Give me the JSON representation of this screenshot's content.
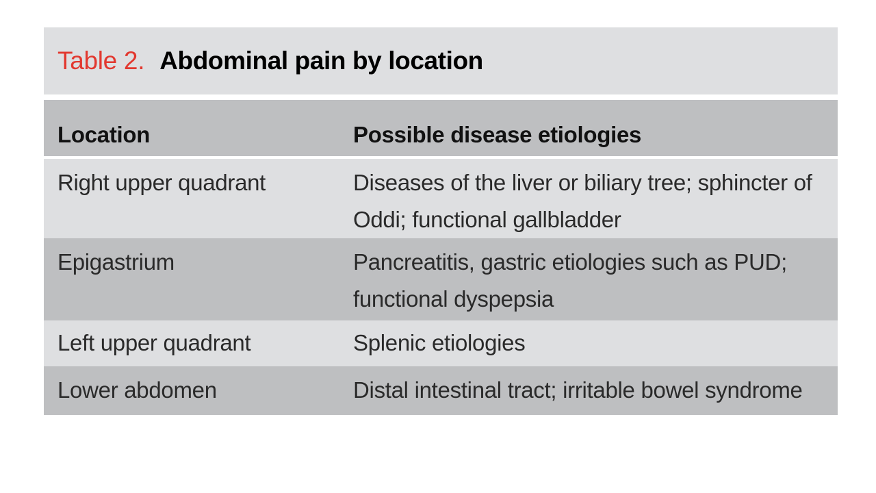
{
  "table": {
    "label": "Table 2.",
    "title": "Abdominal pain by location",
    "headers": {
      "location": "Location",
      "etiologies": "Possible disease etiologies"
    },
    "rows": [
      {
        "location": "Right upper quadrant",
        "etiologies_lines": [
          "Diseases of the liver or biliary tree; sphincter of",
          "Oddi; functional gallbladder"
        ]
      },
      {
        "location": "Epigastrium",
        "etiologies_lines": [
          "Pancreatitis, gastric etiologies such as PUD;",
          "functional dyspepsia"
        ]
      },
      {
        "location": "Left upper quadrant",
        "etiologies_lines": [
          "Splenic etiologies"
        ]
      },
      {
        "location": "Lower abdomen",
        "etiologies_lines": [
          "Distal intestinal tract; irritable bowel syndrome"
        ]
      }
    ],
    "colors": {
      "label_red": "#e2382f",
      "light_row": "#dedfe1",
      "dark_row": "#bebfc1"
    }
  }
}
